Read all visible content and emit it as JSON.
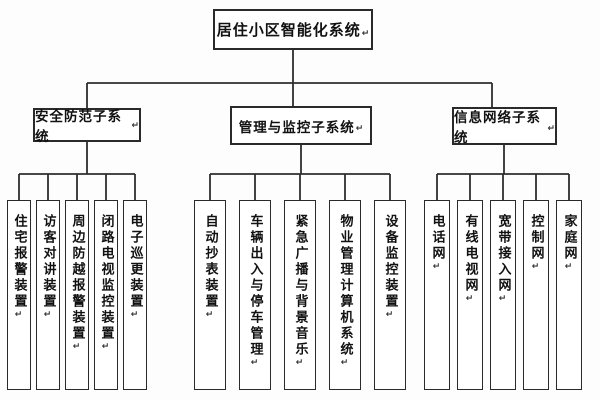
{
  "root": {
    "label": "居住小区智能化系统"
  },
  "groups": [
    {
      "label": "安全防范子系统",
      "children": [
        "住宅报警装置",
        "访客对讲装置",
        "周边防越报警装置",
        "闭路电视监控装置",
        "电子巡更装置"
      ]
    },
    {
      "label": "管理与监控子系统",
      "children": [
        "自动抄表装置",
        "车辆出入与停车管理",
        "紧急广播与背景音乐",
        "物业管理计算机系统",
        "设备监控装置"
      ]
    },
    {
      "label": "信息网络子系统",
      "children": [
        "电话网",
        "有线电视网",
        "宽带接入网",
        "控制网",
        "家庭网"
      ]
    }
  ],
  "paragraph_mark": "↵",
  "colors": {
    "line": "#2e2e2e",
    "border": "#2a2a2a",
    "text": "#111111",
    "background": "#fdfdfd"
  }
}
